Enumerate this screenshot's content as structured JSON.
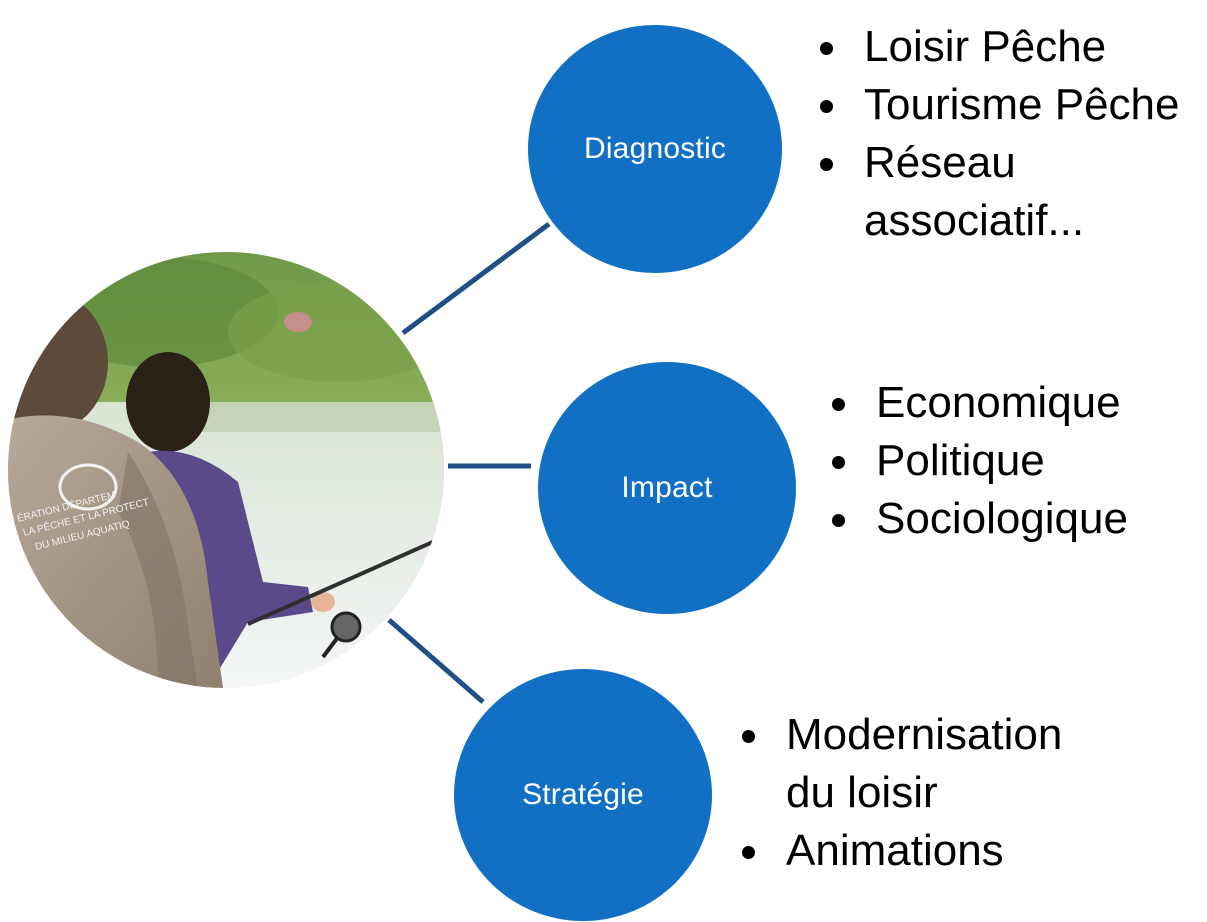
{
  "colors": {
    "node_fill": "#1170c4",
    "connector": "#1f4f84",
    "text": "#000000",
    "node_text": "#ffffff"
  },
  "photo": {
    "description_icon": "father-and-son-fishing-photo",
    "jacket_logo_lines": [
      "ÉRATION DÉPARTEM",
      "LA PÊCHE ET LA PROTECT",
      "DU MILIEU AQUATIQ"
    ]
  },
  "nodes": [
    {
      "id": "diagnostic",
      "label": "Diagnostic",
      "bullets": [
        "Loisir Pêche",
        "Tourisme Pêche",
        "Réseau associatif..."
      ]
    },
    {
      "id": "impact",
      "label": "Impact",
      "bullets": [
        "Economique",
        "Politique",
        "Sociologique"
      ]
    },
    {
      "id": "strategie",
      "label": "Stratégie",
      "bullets": [
        "Modernisation du loisir",
        "Animations"
      ]
    }
  ]
}
